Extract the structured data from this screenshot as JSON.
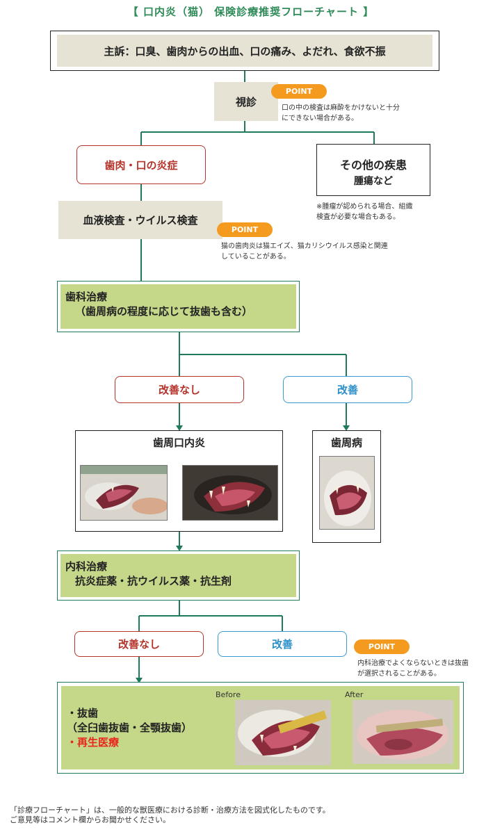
{
  "title": "【 口内炎（猫） 保険診療推奨フローチャート 】",
  "complaint": "主訴：口臭、歯肉からの出血、口の痛み、よだれ、食欲不振",
  "visual_exam": "視診",
  "point_label": "POINT",
  "point1_note": [
    "口の中の検査は麻酔をかけないと十分",
    "にできない場合がある。"
  ],
  "gum_inflammation": "歯肉・口の炎症",
  "other_disease": [
    "その他の疾患",
    "腫瘍など"
  ],
  "other_note": [
    "※腫瘤が認められる場合、組織",
    "検査が必要な場合もある。"
  ],
  "blood_test": "血液検査・ウイルス検査",
  "point2_note": [
    "猫の歯肉炎は猫エイズ、猫カリシウイルス感染と関連",
    "していることがある。"
  ],
  "dental_treatment": [
    "歯科治療",
    "（歯周病の程度に応じて抜歯も含む）"
  ],
  "no_improvement": "改善なし",
  "improvement": "改善",
  "stomatitis": "歯周口内炎",
  "periodontal": "歯周病",
  "medical_treatment": [
    "内科治療",
    "抗炎症薬・抗ウイルス薬・抗生剤"
  ],
  "point3_note": [
    "内科治療でよくならないときは抜歯",
    "が選択されることがある。"
  ],
  "before_label": "Before",
  "after_label": "After",
  "final_treatment": [
    "・抜歯",
    "（全臼歯抜歯・全顎抜歯）",
    "・再生医療"
  ],
  "footer": [
    "「診療フローチャート」は、一般的な獣医療における診断・治療方法を図式化したものです。",
    "ご意見等はコメント欄からお聞かせください。"
  ],
  "colors": {
    "line": "#1f7a5a",
    "red": "#b5332a",
    "blue": "#2b8fc9",
    "orange": "#f39a1f",
    "green_fill": "#c5d88a",
    "beige": "#e6e3d4",
    "regen": "#e8261d"
  }
}
